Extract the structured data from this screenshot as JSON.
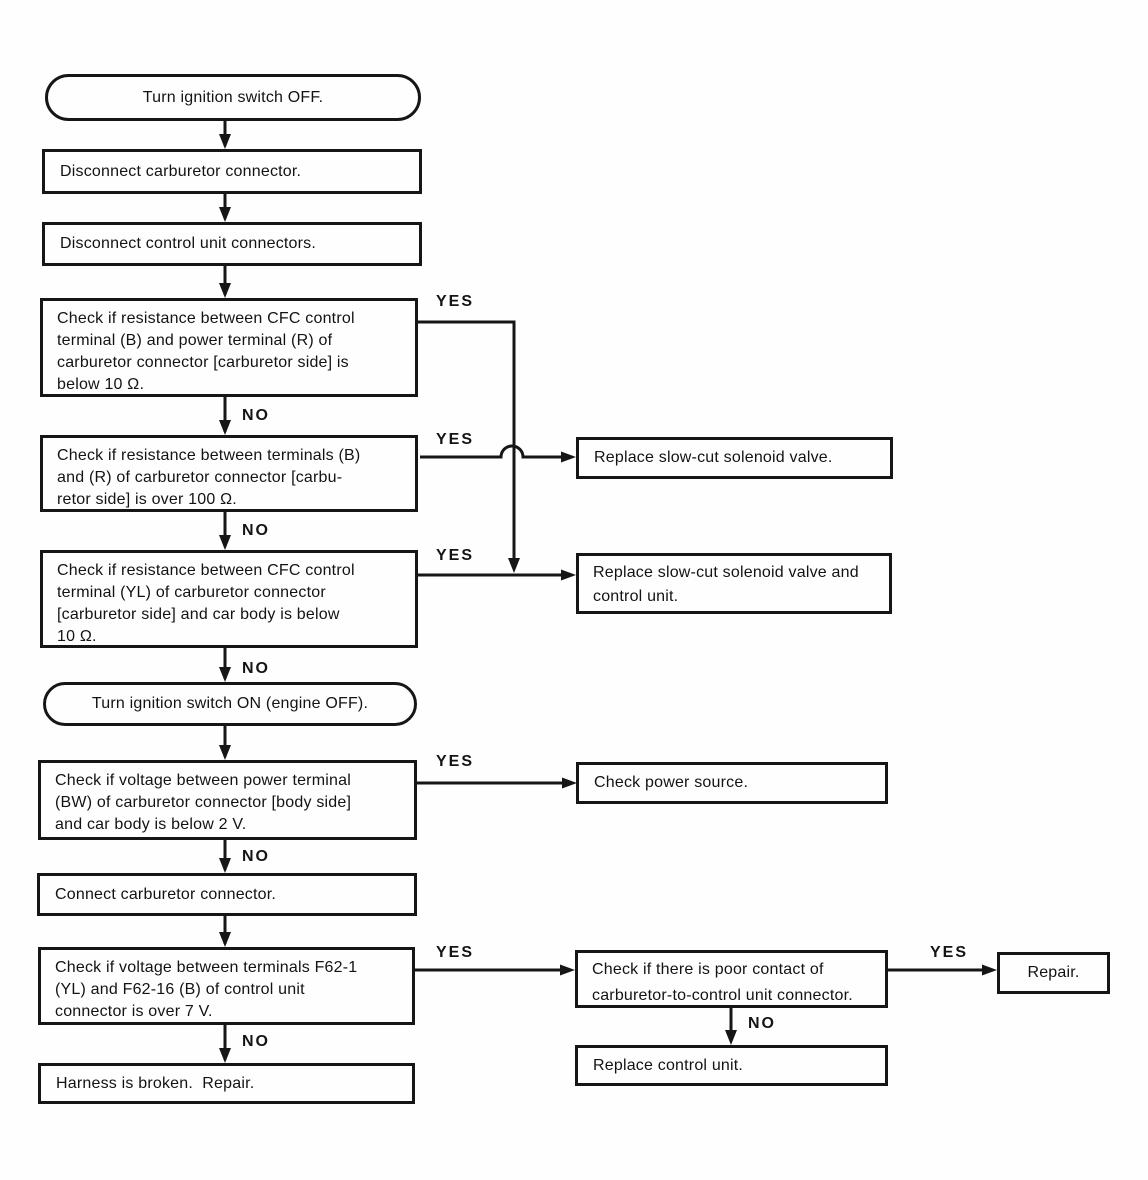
{
  "flowchart": {
    "labels": {
      "yes": "YES",
      "no": "NO"
    },
    "nodes": {
      "start": {
        "shape": "terminator",
        "lines": [
          "Turn ignition switch OFF."
        ]
      },
      "disconnect_carb": {
        "shape": "process",
        "lines": [
          "Disconnect carburetor connector."
        ]
      },
      "disconnect_cu": {
        "shape": "process",
        "lines": [
          "Disconnect control unit connectors."
        ]
      },
      "check_res_b_r": {
        "shape": "decision",
        "lines": [
          "Check if resistance between CFC control",
          "terminal (B) and power terminal (R) of",
          "carburetor connector [carburetor side] is",
          "below 10 Ω."
        ]
      },
      "check_res_100": {
        "shape": "decision",
        "lines": [
          "Check if resistance between terminals (B)",
          "and (R) of carburetor connector [carbu-",
          "retor side] is over 100 Ω."
        ]
      },
      "check_res_yl": {
        "shape": "decision",
        "lines": [
          "Check if resistance between CFC control",
          "terminal (YL) of carburetor connector",
          "[carburetor side] and car body is below",
          "10 Ω."
        ]
      },
      "ignition_on": {
        "shape": "terminator",
        "lines": [
          "Turn ignition switch ON (engine OFF)."
        ]
      },
      "check_volt_bw": {
        "shape": "decision",
        "lines": [
          "Check if voltage between power terminal",
          "(BW) of carburetor connector [body side]",
          "and car body is below 2 V."
        ]
      },
      "connect_carb": {
        "shape": "process",
        "lines": [
          "Connect carburetor connector."
        ]
      },
      "check_volt_f62": {
        "shape": "decision",
        "lines": [
          "Check if voltage between terminals F62-1",
          "(YL) and F62-16 (B) of control unit",
          "connector is over 7 V."
        ]
      },
      "harness_broken": {
        "shape": "process",
        "lines": [
          "Harness is broken.  Repair."
        ]
      },
      "replace_valve": {
        "shape": "process",
        "lines": [
          "Replace slow-cut solenoid valve."
        ]
      },
      "replace_valve_cu": {
        "shape": "process",
        "lines": [
          "Replace slow-cut solenoid valve and",
          "control unit."
        ]
      },
      "check_power": {
        "shape": "process",
        "lines": [
          "Check power source."
        ]
      },
      "poor_contact": {
        "shape": "decision",
        "lines": [
          "Check if there is poor contact of",
          "carburetor-to-control unit connector."
        ]
      },
      "repair": {
        "shape": "process",
        "lines": [
          "Repair."
        ]
      },
      "replace_cu": {
        "shape": "process",
        "lines": [
          "Replace control unit."
        ]
      }
    },
    "edges": [
      {
        "from": "start",
        "to": "disconnect_carb",
        "label": ""
      },
      {
        "from": "disconnect_carb",
        "to": "disconnect_cu",
        "label": ""
      },
      {
        "from": "disconnect_cu",
        "to": "check_res_b_r",
        "label": ""
      },
      {
        "from": "check_res_b_r",
        "to": "check_res_100",
        "label": "NO"
      },
      {
        "from": "check_res_b_r",
        "to": "replace_valve_cu",
        "label": "YES"
      },
      {
        "from": "check_res_100",
        "to": "check_res_yl",
        "label": "NO"
      },
      {
        "from": "check_res_100",
        "to": "replace_valve",
        "label": "YES"
      },
      {
        "from": "check_res_yl",
        "to": "ignition_on",
        "label": "NO"
      },
      {
        "from": "check_res_yl",
        "to": "replace_valve_cu",
        "label": "YES"
      },
      {
        "from": "ignition_on",
        "to": "check_volt_bw",
        "label": ""
      },
      {
        "from": "check_volt_bw",
        "to": "connect_carb",
        "label": "NO"
      },
      {
        "from": "check_volt_bw",
        "to": "check_power",
        "label": "YES"
      },
      {
        "from": "connect_carb",
        "to": "check_volt_f62",
        "label": ""
      },
      {
        "from": "check_volt_f62",
        "to": "harness_broken",
        "label": "NO"
      },
      {
        "from": "check_volt_f62",
        "to": "poor_contact",
        "label": "YES"
      },
      {
        "from": "poor_contact",
        "to": "repair",
        "label": "YES"
      },
      {
        "from": "poor_contact",
        "to": "replace_cu",
        "label": "NO"
      }
    ],
    "colors": {
      "ink": "#161616",
      "background": "#fffefe"
    }
  }
}
